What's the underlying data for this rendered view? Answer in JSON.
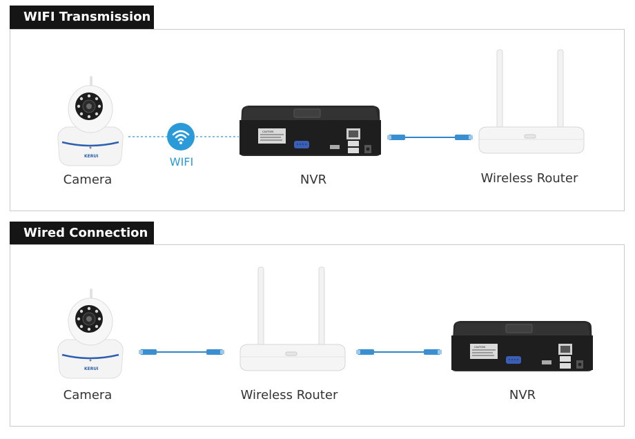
{
  "sections": [
    {
      "title": "WIFI Transmission",
      "labels": {
        "camera": "Camera",
        "wifi": "WIFI",
        "nvr": "NVR",
        "router": "Wireless Router"
      }
    },
    {
      "title": "Wired Connection",
      "labels": {
        "camera": "Camera",
        "router": "Wireless Router",
        "nvr": "NVR"
      }
    }
  ],
  "devices": {
    "camera_brand": "KERUI",
    "nvr_sticker": "CAUTION"
  },
  "colors": {
    "tab_bg": "#151515",
    "wifi_blue": "#2b9ad8",
    "cable_blue": "#2d86c8",
    "panel_border": "#c9c9c9"
  }
}
